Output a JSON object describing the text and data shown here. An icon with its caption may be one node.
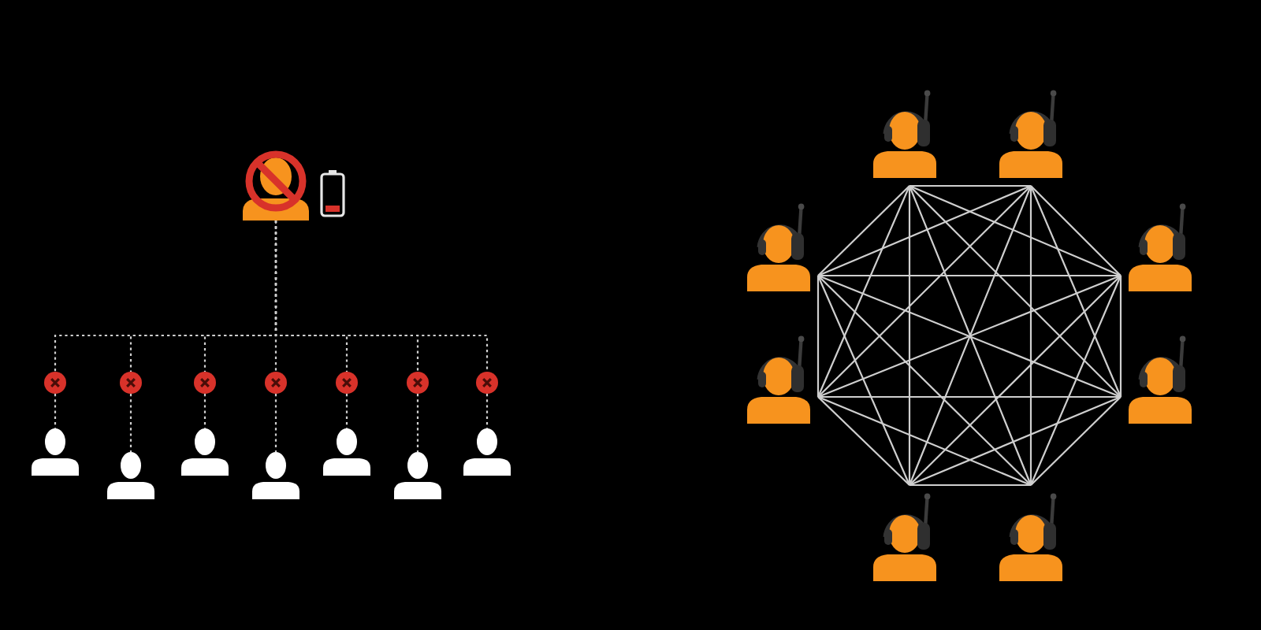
{
  "diagram": {
    "nodes": [
      {
        "text": [],
        "shape": "person"
      },
      {
        "text": [],
        "shape": "circle"
      },
      {
        "text": [],
        "shape": "circle"
      },
      {
        "text": [],
        "shape": "circle"
      },
      {
        "text": [],
        "shape": "circle"
      },
      {
        "text": [],
        "shape": "circle"
      },
      {
        "text": [],
        "shape": "circle"
      },
      {
        "text": [],
        "shape": "circle"
      },
      {
        "text": [],
        "shape": "person"
      },
      {
        "text": [],
        "shape": "person"
      },
      {
        "text": [],
        "shape": "person"
      },
      {
        "text": [],
        "shape": "person"
      },
      {
        "text": [],
        "shape": "person"
      },
      {
        "text": [],
        "shape": "person"
      },
      {
        "text": [],
        "shape": "person"
      },
      {
        "text": [],
        "shape": "person"
      },
      {
        "text": [],
        "shape": "person"
      },
      {
        "text": [],
        "shape": "person"
      },
      {
        "text": [],
        "shape": "person"
      },
      {
        "text": [],
        "shape": "person"
      },
      {
        "text": [],
        "shape": "person"
      },
      {
        "text": [],
        "shape": "person"
      },
      {
        "text": [],
        "shape": "person"
      }
    ],
    "edges": [
      {
        "from": 0,
        "to": 1,
        "arrow": "none",
        "style": "dashed"
      },
      {
        "from": 0,
        "to": 2,
        "arrow": "none",
        "style": "dashed"
      },
      {
        "from": 0,
        "to": 3,
        "arrow": "none",
        "style": "dashed"
      },
      {
        "from": 0,
        "to": 4,
        "arrow": "none",
        "style": "dashed"
      },
      {
        "from": 0,
        "to": 5,
        "arrow": "none",
        "style": "dashed"
      },
      {
        "from": 0,
        "to": 6,
        "arrow": "none",
        "style": "dashed"
      },
      {
        "from": 0,
        "to": 7,
        "arrow": "none",
        "style": "dashed"
      },
      {
        "from": 1,
        "to": 8,
        "arrow": "none",
        "style": "dashed"
      },
      {
        "from": 2,
        "to": 9,
        "arrow": "none",
        "style": "dashed"
      },
      {
        "from": 3,
        "to": 10,
        "arrow": "none",
        "style": "dashed"
      },
      {
        "from": 4,
        "to": 11,
        "arrow": "none",
        "style": "dashed"
      },
      {
        "from": 5,
        "to": 12,
        "arrow": "none",
        "style": "dashed"
      },
      {
        "from": 6,
        "to": 13,
        "arrow": "none",
        "style": "dashed"
      },
      {
        "from": 7,
        "to": 14,
        "arrow": "none",
        "style": "dashed"
      },
      {
        "from": 15,
        "to": 16,
        "arrow": "none"
      },
      {
        "from": 15,
        "to": 17,
        "arrow": "none"
      },
      {
        "from": 15,
        "to": 18,
        "arrow": "none"
      },
      {
        "from": 15,
        "to": 19,
        "arrow": "none"
      },
      {
        "from": 15,
        "to": 20,
        "arrow": "none"
      },
      {
        "from": 15,
        "to": 21,
        "arrow": "none"
      },
      {
        "from": 15,
        "to": 22,
        "arrow": "none"
      },
      {
        "from": 16,
        "to": 17,
        "arrow": "none"
      },
      {
        "from": 16,
        "to": 18,
        "arrow": "none"
      },
      {
        "from": 16,
        "to": 19,
        "arrow": "none"
      },
      {
        "from": 16,
        "to": 20,
        "arrow": "none"
      },
      {
        "from": 16,
        "to": 21,
        "arrow": "none"
      },
      {
        "from": 16,
        "to": 22,
        "arrow": "none"
      },
      {
        "from": 17,
        "to": 18,
        "arrow": "none"
      },
      {
        "from": 17,
        "to": 19,
        "arrow": "none"
      },
      {
        "from": 17,
        "to": 20,
        "arrow": "none"
      },
      {
        "from": 17,
        "to": 21,
        "arrow": "none"
      },
      {
        "from": 17,
        "to": 22,
        "arrow": "none"
      },
      {
        "from": 18,
        "to": 19,
        "arrow": "none"
      },
      {
        "from": 18,
        "to": 20,
        "arrow": "none"
      },
      {
        "from": 18,
        "to": 21,
        "arrow": "none"
      },
      {
        "from": 18,
        "to": 22,
        "arrow": "none"
      },
      {
        "from": 19,
        "to": 20,
        "arrow": "none"
      },
      {
        "from": 19,
        "to": 21,
        "arrow": "none"
      },
      {
        "from": 19,
        "to": 22,
        "arrow": "none"
      },
      {
        "from": 20,
        "to": 21,
        "arrow": "none"
      },
      {
        "from": 20,
        "to": 22,
        "arrow": "none"
      },
      {
        "from": 21,
        "to": 22,
        "arrow": "none"
      }
    ]
  }
}
